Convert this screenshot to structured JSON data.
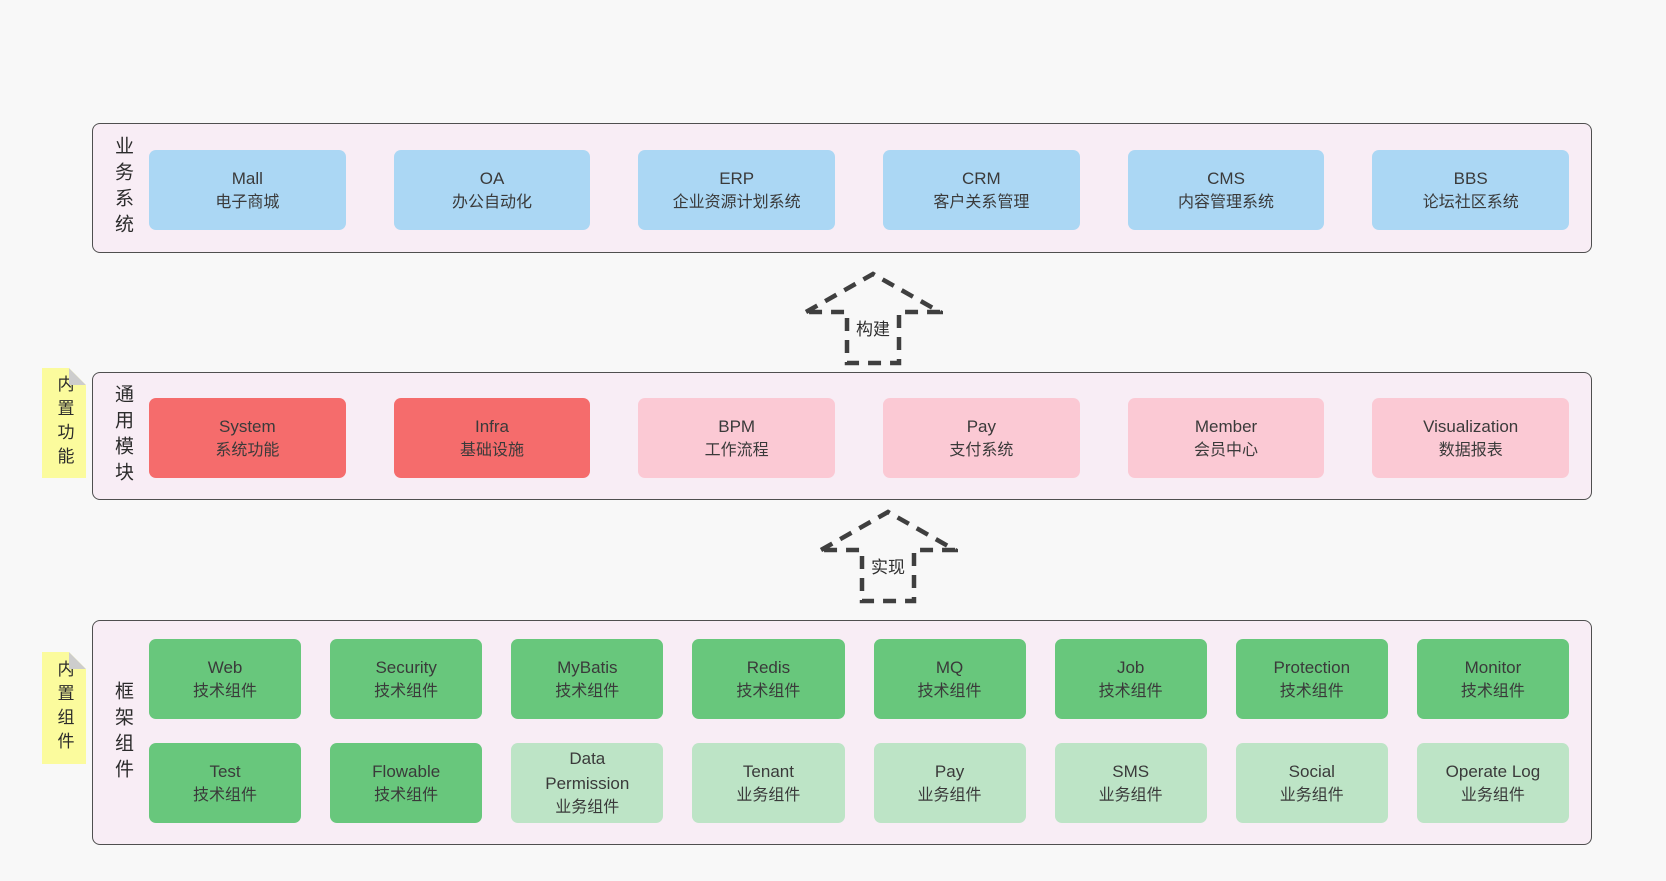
{
  "colors": {
    "page_bg": "#f8f8f8",
    "layer_bg": "#f8edf5",
    "layer_border": "#4f4f4f",
    "box_blue": "#abd7f4",
    "box_red": "#f56c6c",
    "box_pink": "#fbc9d4",
    "box_green": "#68c77c",
    "box_light_green": "#bde4c6",
    "note_yellow": "#fbfb9d",
    "note_fold": "#cdcdcd",
    "arrow_stroke": "#3f3f3f",
    "text": "#3a3a3a"
  },
  "layers": {
    "business": {
      "label": "业务系统",
      "boxes": [
        {
          "name": "Mall",
          "desc": "电子商城"
        },
        {
          "name": "OA",
          "desc": "办公自动化"
        },
        {
          "name": "ERP",
          "desc": "企业资源计划系统"
        },
        {
          "name": "CRM",
          "desc": "客户关系管理"
        },
        {
          "name": "CMS",
          "desc": "内容管理系统"
        },
        {
          "name": "BBS",
          "desc": "论坛社区系统"
        }
      ]
    },
    "modules": {
      "label": "通用模块",
      "note": "内置功能",
      "boxes": [
        {
          "name": "System",
          "desc": "系统功能"
        },
        {
          "name": "Infra",
          "desc": "基础设施"
        },
        {
          "name": "BPM",
          "desc": "工作流程"
        },
        {
          "name": "Pay",
          "desc": "支付系统"
        },
        {
          "name": "Member",
          "desc": "会员中心"
        },
        {
          "name": "Visualization",
          "desc": "数据报表"
        }
      ]
    },
    "components": {
      "label": "框架组件",
      "note": "内置组件",
      "row1": [
        {
          "name": "Web",
          "desc": "技术组件"
        },
        {
          "name": "Security",
          "desc": "技术组件"
        },
        {
          "name": "MyBatis",
          "desc": "技术组件"
        },
        {
          "name": "Redis",
          "desc": "技术组件"
        },
        {
          "name": "MQ",
          "desc": "技术组件"
        },
        {
          "name": "Job",
          "desc": "技术组件"
        },
        {
          "name": "Protection",
          "desc": "技术组件"
        },
        {
          "name": "Monitor",
          "desc": "技术组件"
        }
      ],
      "row2": [
        {
          "name": "Test",
          "desc": "技术组件"
        },
        {
          "name": "Flowable",
          "desc": "技术组件"
        },
        {
          "name": "Data Permission",
          "desc": "业务组件"
        },
        {
          "name": "Tenant",
          "desc": "业务组件"
        },
        {
          "name": "Pay",
          "desc": "业务组件"
        },
        {
          "name": "SMS",
          "desc": "业务组件"
        },
        {
          "name": "Social",
          "desc": "业务组件"
        },
        {
          "name": "Operate Log",
          "desc": "业务组件"
        }
      ]
    }
  },
  "arrows": [
    {
      "label": "构建"
    },
    {
      "label": "实现"
    }
  ]
}
